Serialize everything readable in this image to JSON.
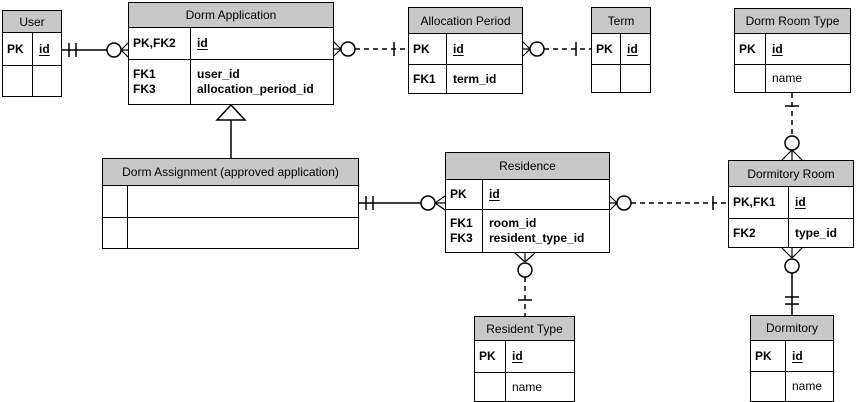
{
  "colors": {
    "entity_header_fill": "#c8c8c8",
    "entity_border": "#000000",
    "relationship_line": "#000000",
    "background": "#ffffff"
  },
  "entities": {
    "user": {
      "title": "User",
      "pk_key": "PK",
      "pk_attr": "id",
      "rows": [
        {
          "key": "",
          "attr": ""
        }
      ]
    },
    "dorm_application": {
      "title": "Dorm Application",
      "pk_key": "PK,FK2",
      "pk_attr": "id",
      "rows": [
        {
          "key": "FK1",
          "attr": "user_id"
        },
        {
          "key": "FK3",
          "attr": "allocation_period_id"
        }
      ]
    },
    "allocation_period": {
      "title": "Allocation Period",
      "pk_key": "PK",
      "pk_attr": "id",
      "rows": [
        {
          "key": "FK1",
          "attr": "term_id"
        }
      ]
    },
    "term": {
      "title": "Term",
      "pk_key": "PK",
      "pk_attr": "id",
      "rows": [
        {
          "key": "",
          "attr": ""
        }
      ]
    },
    "dorm_room_type": {
      "title": "Dorm Room Type",
      "pk_key": "PK",
      "pk_attr": "id",
      "rows": [
        {
          "key": "",
          "attr": "name"
        }
      ]
    },
    "dorm_assignment": {
      "title": "Dorm Assignment (approved application)",
      "pk_key": "",
      "pk_attr": "",
      "rows": [
        {
          "key": "",
          "attr": ""
        }
      ]
    },
    "residence": {
      "title": "Residence",
      "pk_key": "PK",
      "pk_attr": "id",
      "rows": [
        {
          "key": "FK1",
          "attr": "room_id"
        },
        {
          "key": "FK3",
          "attr": "resident_type_id"
        }
      ]
    },
    "dormitory_room": {
      "title": "Dormitory Room",
      "pk_key": "PK,FK1",
      "pk_attr": "id",
      "rows": [
        {
          "key": "FK2",
          "attr": "type_id"
        }
      ]
    },
    "resident_type": {
      "title": "Resident Type",
      "pk_key": "PK",
      "pk_attr": "id",
      "rows": [
        {
          "key": "",
          "attr": "name"
        }
      ]
    },
    "dormitory": {
      "title": "Dormitory",
      "pk_key": "PK",
      "pk_attr": "id",
      "rows": [
        {
          "key": "",
          "attr": "name"
        }
      ]
    }
  },
  "relationships": [
    {
      "from": "User",
      "to": "Dorm Application",
      "from_cardinality": "one and only one",
      "to_cardinality": "zero or many",
      "line": "solid"
    },
    {
      "from": "Allocation Period",
      "to": "Dorm Application",
      "from_cardinality": "one",
      "to_cardinality": "zero or many",
      "line": "dashed"
    },
    {
      "from": "Term",
      "to": "Allocation Period",
      "from_cardinality": "one",
      "to_cardinality": "zero or many",
      "line": "dashed"
    },
    {
      "from": "Dorm Room Type",
      "to": "Dormitory Room",
      "from_cardinality": "one",
      "to_cardinality": "zero or many",
      "line": "dashed"
    },
    {
      "from": "Dorm Application",
      "to": "Dorm Assignment (approved application)",
      "type": "inheritance",
      "line": "solid"
    },
    {
      "from": "Dorm Assignment (approved application)",
      "to": "Residence",
      "from_cardinality": "one and only one",
      "to_cardinality": "zero or many",
      "line": "solid"
    },
    {
      "from": "Dormitory Room",
      "to": "Residence",
      "from_cardinality": "one",
      "to_cardinality": "zero or many",
      "line": "dashed"
    },
    {
      "from": "Resident Type",
      "to": "Residence",
      "from_cardinality": "one",
      "to_cardinality": "zero or many",
      "line": "dashed"
    },
    {
      "from": "Dormitory",
      "to": "Dormitory Room",
      "from_cardinality": "one and only one",
      "to_cardinality": "zero or many",
      "line": "solid"
    }
  ]
}
